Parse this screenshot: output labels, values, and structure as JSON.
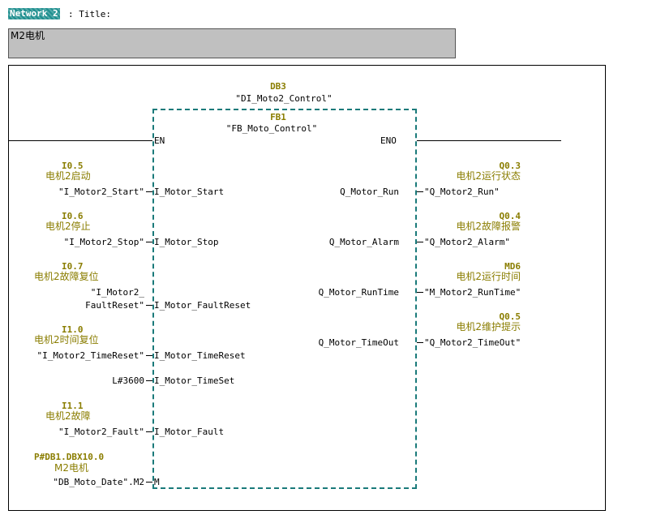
{
  "network": {
    "badge": "Network 2",
    "title_label": ": Title:",
    "comment": "M2电机"
  },
  "instance": {
    "db": "DB3",
    "db_symbol": "\"DI_Moto2_Control\"",
    "fb": "FB1",
    "fb_symbol": "\"FB_Moto_Control\""
  },
  "block": {
    "en": "EN",
    "eno": "ENO"
  },
  "inputs": [
    {
      "address": "I0.5",
      "comment": "电机2启动",
      "symbol": "\"I_Motor2_Start\"",
      "param": "I_Motor_Start"
    },
    {
      "address": "I0.6",
      "comment": "电机2停止",
      "symbol": "\"I_Motor2_Stop\"",
      "param": "I_Motor_Stop"
    },
    {
      "address": "I0.7",
      "comment": "电机2故障复位",
      "symbol_line1": "\"I_Motor2_",
      "symbol_line2": "FaultReset\"",
      "param": "I_Motor_FaultReset"
    },
    {
      "address": "I1.0",
      "comment": "电机2时间复位",
      "symbol": "\"I_Motor2_TimeReset\"",
      "param": "I_Motor_TimeReset"
    },
    {
      "constant": "L#3600",
      "param": "I_Motor_TimeSet"
    },
    {
      "address": "I1.1",
      "comment": "电机2故障",
      "symbol": "\"I_Motor2_Fault\"",
      "param": "I_Motor_Fault"
    },
    {
      "address": "P#DB1.DBX10.0",
      "comment": "M2电机",
      "symbol": "\"DB_Moto_Date\".M2",
      "param": "M"
    }
  ],
  "outputs": [
    {
      "address": "Q0.3",
      "comment": "电机2运行状态",
      "symbol": "\"Q_Motor2_Run\"",
      "param": "Q_Motor_Run"
    },
    {
      "address": "Q0.4",
      "comment": "电机2故障报警",
      "symbol": "\"Q_Motor2_Alarm\"",
      "param": "Q_Motor_Alarm"
    },
    {
      "address": "MD6",
      "comment": "电机2运行时间",
      "symbol": "\"M_Motor2_RunTime\"",
      "param": "Q_Motor_RunTime"
    },
    {
      "address": "Q0.5",
      "comment": "电机2维护提示",
      "symbol": "\"Q_Motor2_TimeOut\"",
      "param": "Q_Motor_TimeOut"
    }
  ],
  "colors": {
    "badge": "#1f8f8f",
    "address": "#8a7d00",
    "block_border": "#1a7a7a",
    "title_box": "#c0c0c0"
  }
}
